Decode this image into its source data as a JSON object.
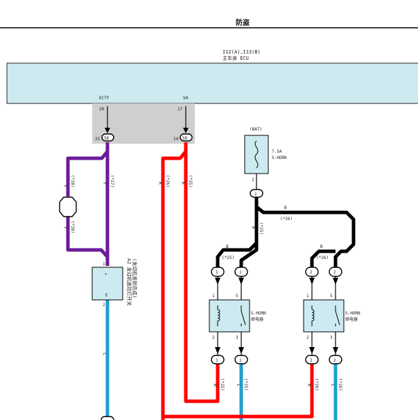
{
  "header": {
    "title": "防盗"
  },
  "ecu": {
    "name_line1": "I12(A),I13(B)",
    "name_line2": "主车身 ECU"
  },
  "pins": {
    "ecty_label": "ECTY",
    "ecty_num": "20",
    "ecty_conn": "25",
    "ecty_conn_code": "5D",
    "sh_label": "SH",
    "sh_num": "17",
    "sh_conn": "14",
    "sh_conn_code": "5D"
  },
  "fuse": {
    "source": "(BAT)",
    "rating": "7.5A",
    "name": "S-HORN",
    "pin": "2",
    "junction": "1"
  },
  "switch": {
    "name_line1": "A2 发动机盖控灯开关",
    "name_line2": "(发动机盖锁总成)",
    "pin_top": "1",
    "pin_bottom": "2",
    "plus": "+",
    "letter": "E"
  },
  "relay_left": {
    "name": "S-HORN",
    "name_cn": "继电器",
    "pin1": "1",
    "pin5": "5",
    "pin2": "2",
    "pin3": "3"
  },
  "relay_right": {
    "name": "S-HORN",
    "name_cn": "继电器",
    "pin1": "1",
    "pin5": "5",
    "pin2": "2",
    "pin3": "3"
  },
  "wire_labels": {
    "y": "Y",
    "r": "R",
    "b": "B",
    "l": "L",
    "n25": "(*25)",
    "n26": "(*26)",
    "n27": "(*27)",
    "n28": "(*28)"
  },
  "connectors": {
    "c1": "1",
    "c2": "2"
  },
  "colors": {
    "ecu_fill": "#cdeaf1",
    "component_fill": "#cdeaf1",
    "connector_block": "#cfcfcf",
    "wire_purple": "#6a1b9a",
    "wire_red": "#ff0000",
    "wire_blue": "#1e9fd0",
    "wire_black": "#000000"
  }
}
